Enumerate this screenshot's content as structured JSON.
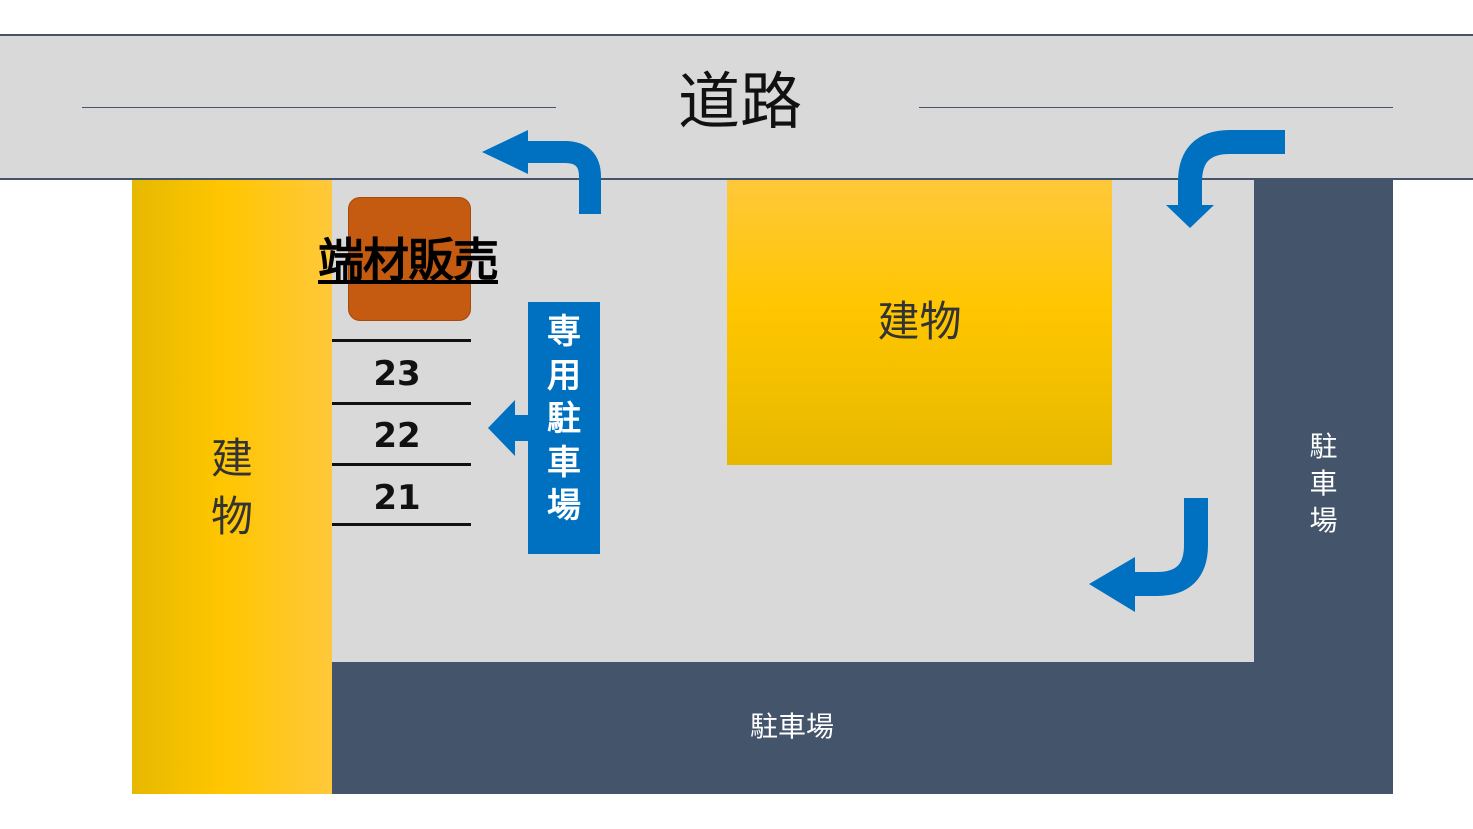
{
  "map": {
    "road_label": "道路",
    "building_left_label": "建物",
    "building_center_label": "建物",
    "offcut_sales_label": "端材販売",
    "reserved_parking_label": "専用駐車場",
    "parking_right_label": "駐車場",
    "parking_bottom_label": "駐車場",
    "parking_spaces": [
      "23",
      "22",
      "21"
    ]
  },
  "colors": {
    "road": "#d9d9d9",
    "road_edge": "#44546a",
    "building": "#ffc600",
    "parking": "#44546a",
    "offcut_box": "#c55a11",
    "arrow": "#0070c0",
    "reserved_sign": "#0070c0"
  },
  "icons": [
    "exit-arrow-icon",
    "entry-arrow-icon",
    "turn-arrow-icon",
    "left-arrow-icon"
  ]
}
